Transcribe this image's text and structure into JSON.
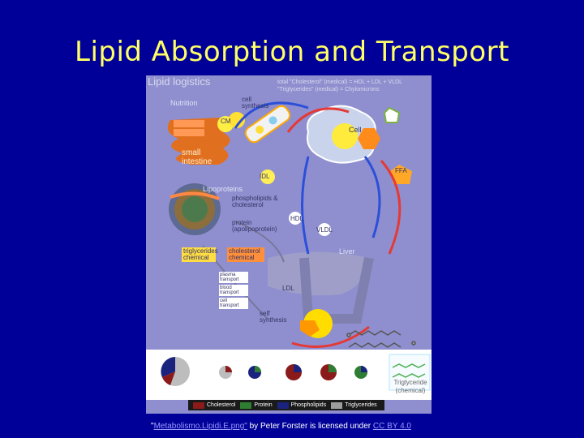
{
  "slide": {
    "title": "Lipid Absorption and Transport"
  },
  "figure": {
    "header": "Lipid logistics",
    "formula_1": "total \"Cholesterol\" (medical) = HDL + LDL + VLDL",
    "formula_2": "\"Triglycerides\" (medical) = Chylomicrons",
    "labels": {
      "nutrition": "Nutrition",
      "cell_synthesis": "cell synthesis",
      "small_intestine": "small intestine",
      "cell": "Cell",
      "lipoproteins": "Lipoproteins",
      "phospholipids_cholesterol": "phospholipids & cholesterol",
      "protein_apolipoprotein": "protein (apolipoprotein)",
      "triglycerides_chemical": "triglycerides chemical",
      "cholesterol_chemical": "cholesterol chemical",
      "liver": "Liver",
      "plasma_transport": "plasma transport",
      "blood_transport": "blood transport",
      "cell_transport": "cell transport",
      "self_synthesis": "self synthesis",
      "hdl": "HDL",
      "ldl": "LDL",
      "vldl": "VLDL",
      "idl": "IDL",
      "cm": "CM",
      "ffa": "FFA",
      "triglyceride_chemical": "Triglyceride (chemical)"
    },
    "legend": [
      {
        "label": "Cholesterol",
        "color": "#8b1a1a"
      },
      {
        "label": "Protein",
        "color": "#2e7d32"
      },
      {
        "label": "Phospholipids",
        "color": "#1a237e"
      },
      {
        "label": "Triglycerides",
        "color": "#9e9e9e"
      }
    ]
  },
  "attribution": {
    "quote_open": "\"",
    "source_link": "Metabolismo.Lipidi.E.png\"",
    "middle": " by Peter Forster is licensed under ",
    "license_link": "CC BY 4.0"
  }
}
